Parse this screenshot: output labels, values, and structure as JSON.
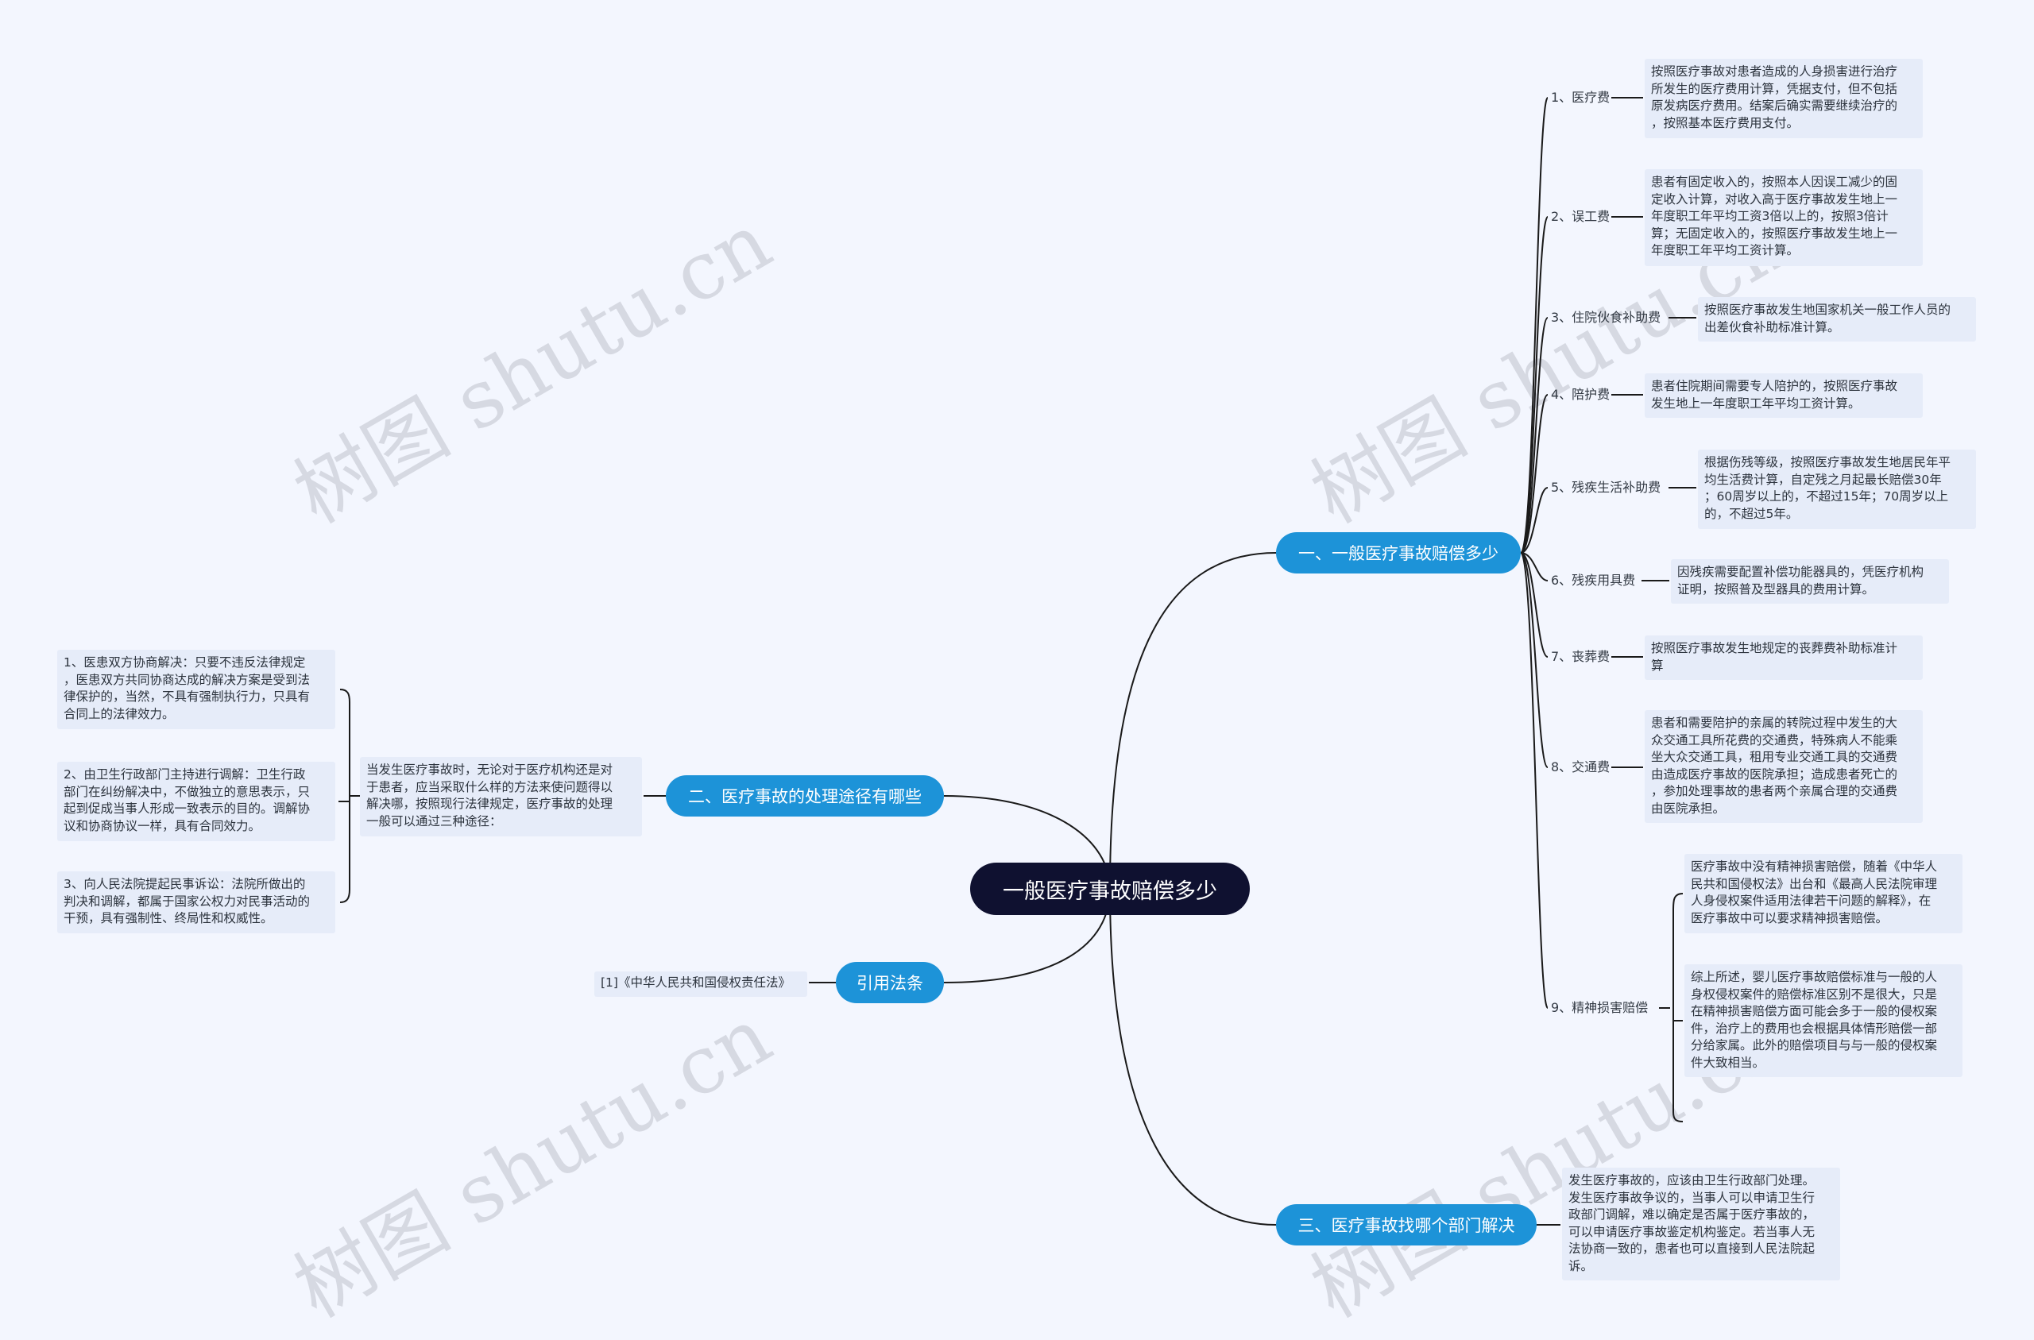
{
  "root": {
    "label": "一般医疗事故赔偿多少"
  },
  "branch1": {
    "label": "一、一般医疗事故赔偿多少",
    "items": [
      {
        "label": "1、医疗费",
        "note": [
          "按照医疗事故对患者造成的人身损害进行治疗",
          "所发生的医疗费用计算，凭据支付，但不包括",
          "原发病医疗费用。结案后确实需要继续治疗的",
          "，按照基本医疗费用支付。"
        ]
      },
      {
        "label": "2、误工费",
        "note": [
          "患者有固定收入的，按照本人因误工减少的固",
          "定收入计算，对收入高于医疗事故发生地上一",
          "年度职工年平均工资3倍以上的，按照3倍计",
          "算；无固定收入的，按照医疗事故发生地上一",
          "年度职工年平均工资计算。"
        ]
      },
      {
        "label": "3、住院伙食补助费",
        "note": [
          "按照医疗事故发生地国家机关一般工作人员的",
          "出差伙食补助标准计算。"
        ]
      },
      {
        "label": "4、陪护费",
        "note": [
          "患者住院期间需要专人陪护的，按照医疗事故",
          "发生地上一年度职工年平均工资计算。"
        ]
      },
      {
        "label": "5、残疾生活补助费",
        "note": [
          "根据伤残等级，按照医疗事故发生地居民年平",
          "均生活费计算，自定残之月起最长赔偿30年",
          "；60周岁以上的，不超过15年；70周岁以上",
          "的，不超过5年。"
        ]
      },
      {
        "label": "6、残疾用具费",
        "note": [
          "因残疾需要配置补偿功能器具的，凭医疗机构",
          "证明，按照普及型器具的费用计算。"
        ]
      },
      {
        "label": "7、丧葬费",
        "note": [
          "按照医疗事故发生地规定的丧葬费补助标准计",
          "算"
        ]
      },
      {
        "label": "8、交通费",
        "note": [
          "患者和需要陪护的亲属的转院过程中发生的大",
          "众交通工具所花费的交通费，特殊病人不能乘",
          "坐大众交通工具，租用专业交通工具的交通费",
          "由造成医疗事故的医院承担；造成患者死亡的",
          "，参加处理事故的患者两个亲属合理的交通费",
          "由医院承担。"
        ]
      },
      {
        "label": "9、精神损害赔偿",
        "notes": [
          [
            "医疗事故中没有精神损害赔偿，随着《中华人",
            "民共和国侵权法》出台和《最高人民法院审理",
            "人身侵权案件适用法律若干问题的解释》，在",
            "医疗事故中可以要求精神损害赔偿。"
          ],
          [
            "综上所述，婴儿医疗事故赔偿标准与一般的人",
            "身权侵权案件的赔偿标准区别不是很大，只是",
            "在精神损害赔偿方面可能会多于一般的侵权案",
            "件，治疗上的费用也会根据具体情形赔偿一部",
            "分给家属。此外的赔偿项目与与一般的侵权案",
            "件大致相当。"
          ]
        ]
      }
    ]
  },
  "branch2": {
    "label": "二、医疗事故的处理途径有哪些",
    "intro": [
      "当发生医疗事故时，无论对于医疗机构还是对",
      "于患者，应当采取什么样的方法来使问题得以",
      "解决哪，按照现行法律规定，医疗事故的处理",
      "一般可以通过三种途径："
    ],
    "items": [
      [
        "1、医患双方协商解决：只要不违反法律规定",
        "，医患双方共同协商达成的解决方案是受到法",
        "律保护的，当然，不具有强制执行力，只具有",
        "合同上的法律效力。"
      ],
      [
        "2、由卫生行政部门主持进行调解：卫生行政",
        "部门在纠纷解决中，不做独立的意思表示，只",
        "起到促成当事人形成一致表示的目的。调解协",
        "议和协商协议一样，具有合同效力。"
      ],
      [
        "3、向人民法院提起民事诉讼：法院所做出的",
        "判决和调解，都属于国家公权力对民事活动的",
        "干预，具有强制性、终局性和权威性。"
      ]
    ]
  },
  "branch3": {
    "label": "引用法条",
    "item": "[1]《中华人民共和国侵权责任法》"
  },
  "branch4": {
    "label": "三、医疗事故找哪个部门解决",
    "note": [
      "发生医疗事故的，应该由卫生行政部门处理。",
      "发生医疗事故争议的，当事人可以申请卫生行",
      "政部门调解，难以确定是否属于医疗事故的，",
      "可以申请医疗事故鉴定机构鉴定。若当事人无",
      "法协商一致的，患者也可以直接到人民法院起",
      "诉。"
    ]
  },
  "watermark": "树图 shutu.cn",
  "colors": {
    "root": "#0f1130",
    "branch": "#1d93d8",
    "line": "#1a1a1a",
    "note_bg": "#e6ecf9",
    "background": "#f3f6fe"
  }
}
